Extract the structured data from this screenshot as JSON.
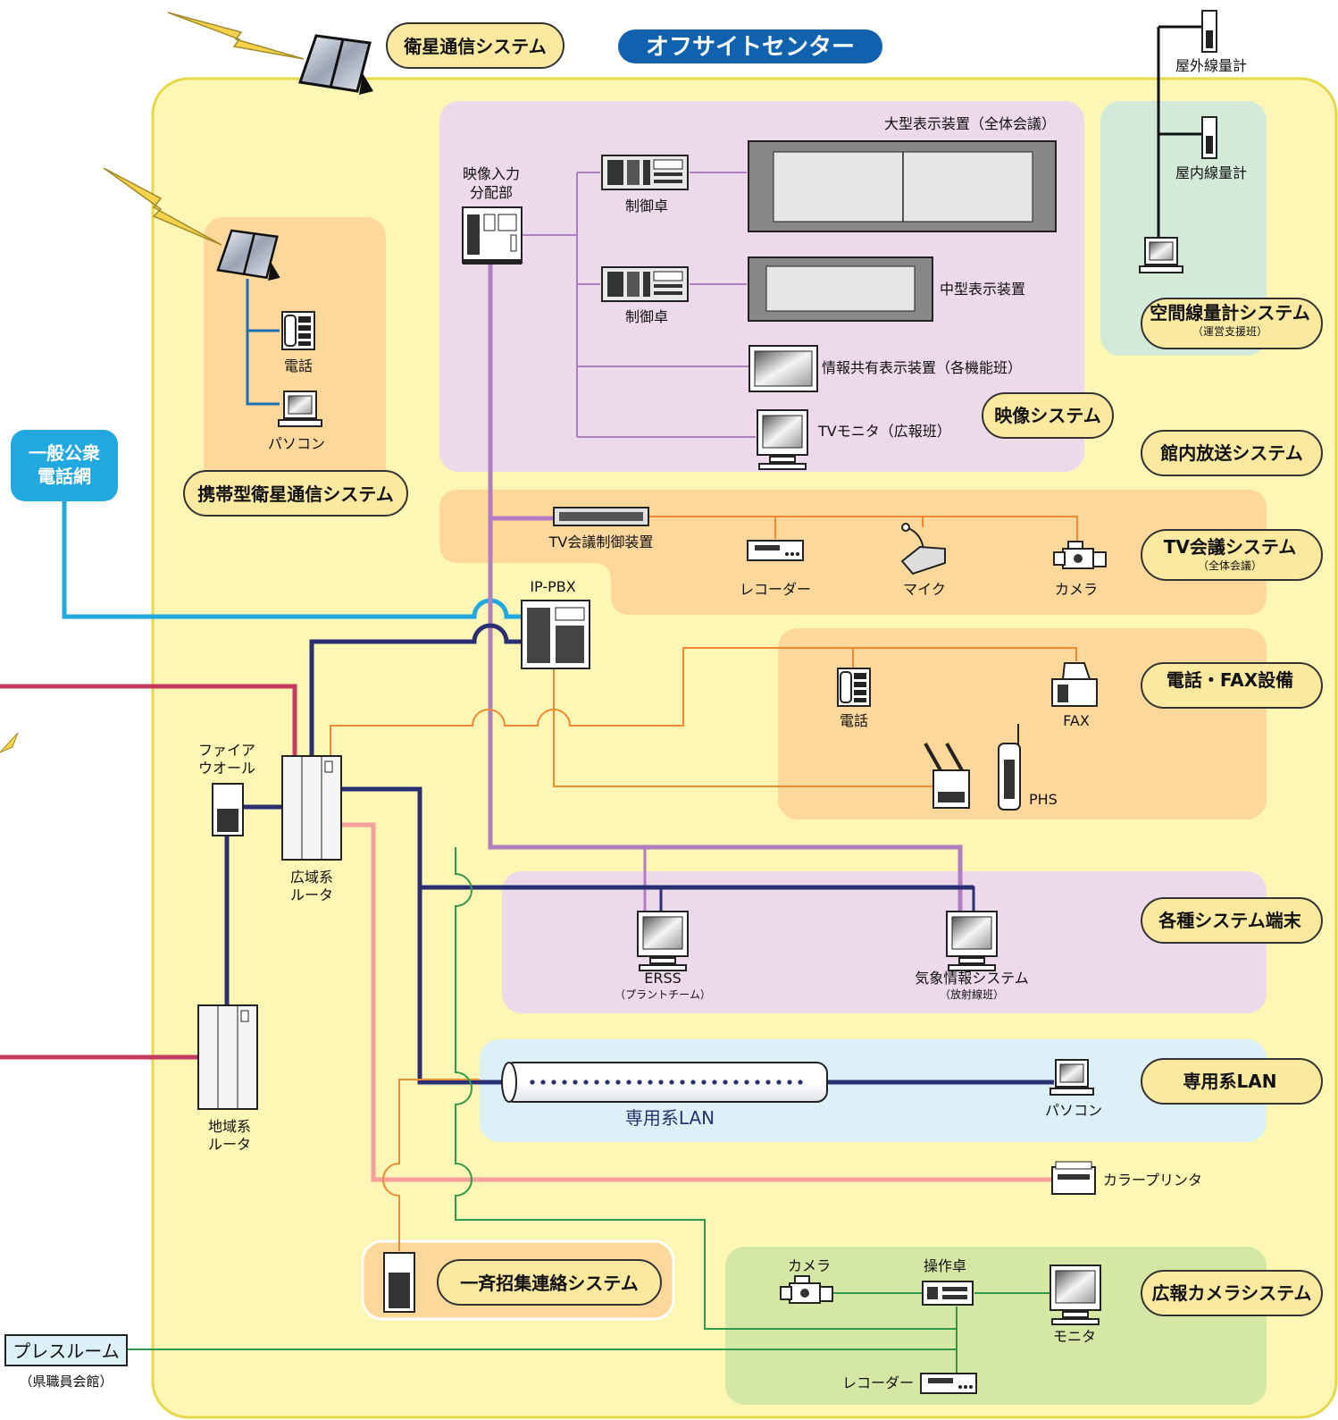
{
  "title": "オフサイトセンター",
  "external": {
    "satellite_system": "衛星通信システム",
    "public_network": [
      "一般公衆",
      "電話網"
    ],
    "press_room": "プレスルーム",
    "press_room_sub": "（県職員会館）"
  },
  "portable_satellite": {
    "label": "携帯型衛星通信システム",
    "phone": "電話",
    "pc": "パソコン"
  },
  "video_system": {
    "label": "映像システム",
    "distributor": [
      "映像入力",
      "分配部"
    ],
    "console1": "制御卓",
    "console2": "制御卓",
    "large_display": "大型表示装置（全体会議）",
    "mid_display": "中型表示装置",
    "info_display": "情報共有表示装置（各機能班）",
    "tv_monitor": "TVモニタ（広報班）"
  },
  "radiation_system": {
    "label": "空間線量計システム",
    "sub": "（運営支援班）",
    "outdoor": "屋外線量計",
    "indoor": "屋内線量計"
  },
  "pa_system": "館内放送システム",
  "tv_conference": {
    "label": "TV会議システム",
    "sub": "（全体会議）",
    "controller": "TV会議制御装置",
    "recorder": "レコーダー",
    "mic": "マイク",
    "camera": "カメラ"
  },
  "ip_pbx": "IP-PBX",
  "phone_fax": {
    "label": "電話・FAX設備",
    "phone": "電話",
    "fax": "FAX",
    "phs": "PHS"
  },
  "network": {
    "firewall": [
      "ファイア",
      "ウオール"
    ],
    "wan_router": [
      "広域系",
      "ルータ"
    ],
    "regional_router": [
      "地域系",
      "ルータ"
    ]
  },
  "terminals": {
    "label": "各種システム端末",
    "erss": "ERSS",
    "erss_sub": "（プラントチーム）",
    "weather": "気象情報システム",
    "weather_sub": "（放射線班）"
  },
  "private_lan": {
    "label": "専用系LAN",
    "lan": "専用系LAN",
    "pc": "パソコン"
  },
  "color_printer": "カラープリンタ",
  "mass_call": "一斉招集連絡システム",
  "pr_camera": {
    "label": "広報カメラシステム",
    "camera": "カメラ",
    "console": "操作卓",
    "monitor": "モニタ",
    "recorder": "レコーダー"
  },
  "colors": {
    "outer_area": "#fdf6b4",
    "video_zone": "#ecd9ea",
    "orange_zone": "#fdd89a",
    "radiation_zone": "#d2ead7",
    "lan_zone": "#dcf0f8",
    "pr_zone": "#d5e7a4",
    "title_pill": "#1062ae",
    "public_net": "#22a8e0",
    "label_pill": "#fbe9a0",
    "purple_line": "#b07ec0",
    "navy_line": "#2a2f74",
    "orange_line": "#f08a32",
    "pink_line": "#f4a09b",
    "crimson_line": "#c43a5c",
    "green_line": "#2e9a4a",
    "blue_line": "#1f6fb4"
  }
}
